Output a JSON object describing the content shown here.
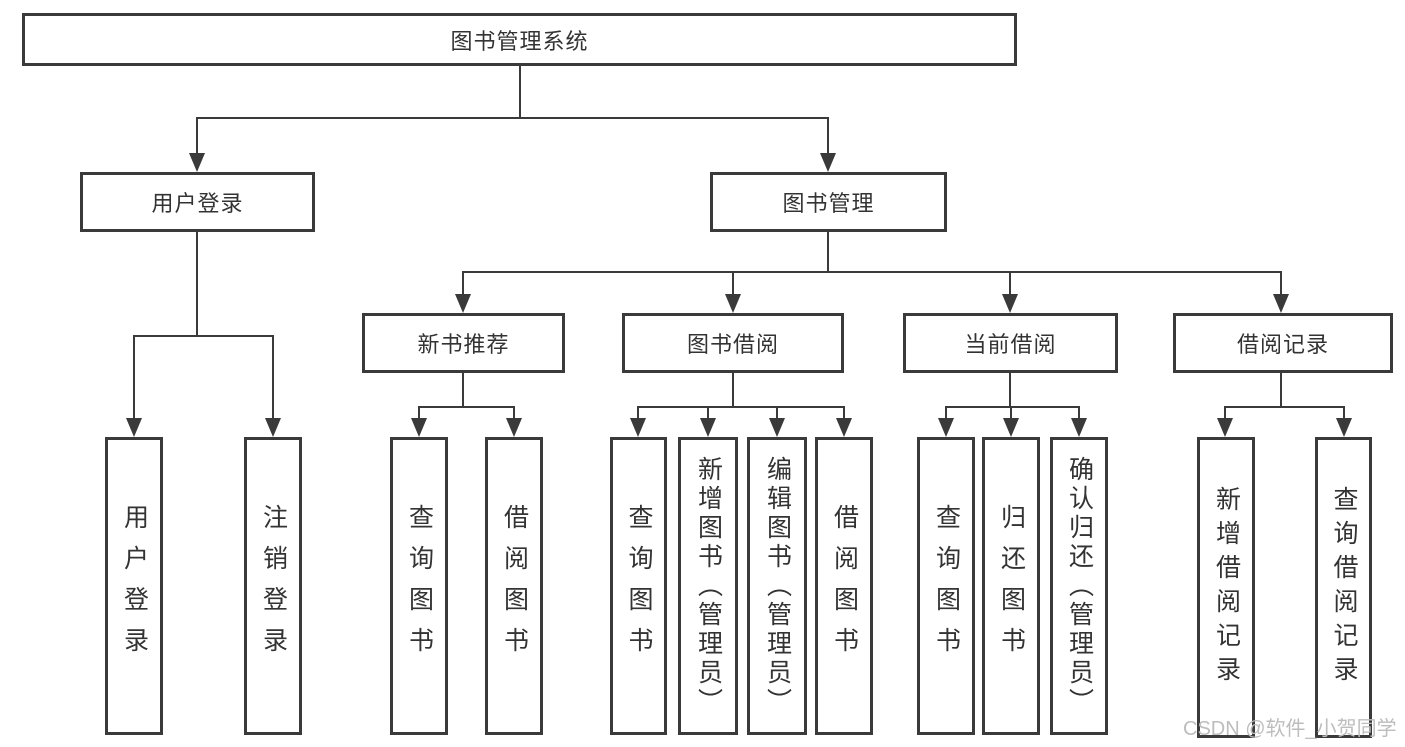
{
  "tree": {
    "label": "图书管理系统",
    "children": [
      {
        "label": "用户登录",
        "children": [
          {
            "label": "用户登录"
          },
          {
            "label": "注销登录"
          }
        ]
      },
      {
        "label": "图书管理",
        "children": [
          {
            "label": "新书推荐",
            "children": [
              {
                "label": "查询图书"
              },
              {
                "label": "借阅图书"
              }
            ]
          },
          {
            "label": "图书借阅",
            "children": [
              {
                "label": "查询图书"
              },
              {
                "label": "新增图书（管理员）"
              },
              {
                "label": "编辑图书（管理员）"
              },
              {
                "label": "借阅图书"
              }
            ]
          },
          {
            "label": "当前借阅",
            "children": [
              {
                "label": "查询图书"
              },
              {
                "label": "归还图书"
              },
              {
                "label": "确认归还（管理员）"
              }
            ]
          },
          {
            "label": "借阅记录",
            "children": [
              {
                "label": "新增借阅记录"
              },
              {
                "label": "查询借阅记录"
              }
            ]
          }
        ]
      }
    ]
  },
  "watermark": "CSDN @软件_小贺同学",
  "colors": {
    "line": "#3a3a3a",
    "text": "#333333",
    "watermark": "#bdbdbd",
    "background": "#ffffff"
  }
}
